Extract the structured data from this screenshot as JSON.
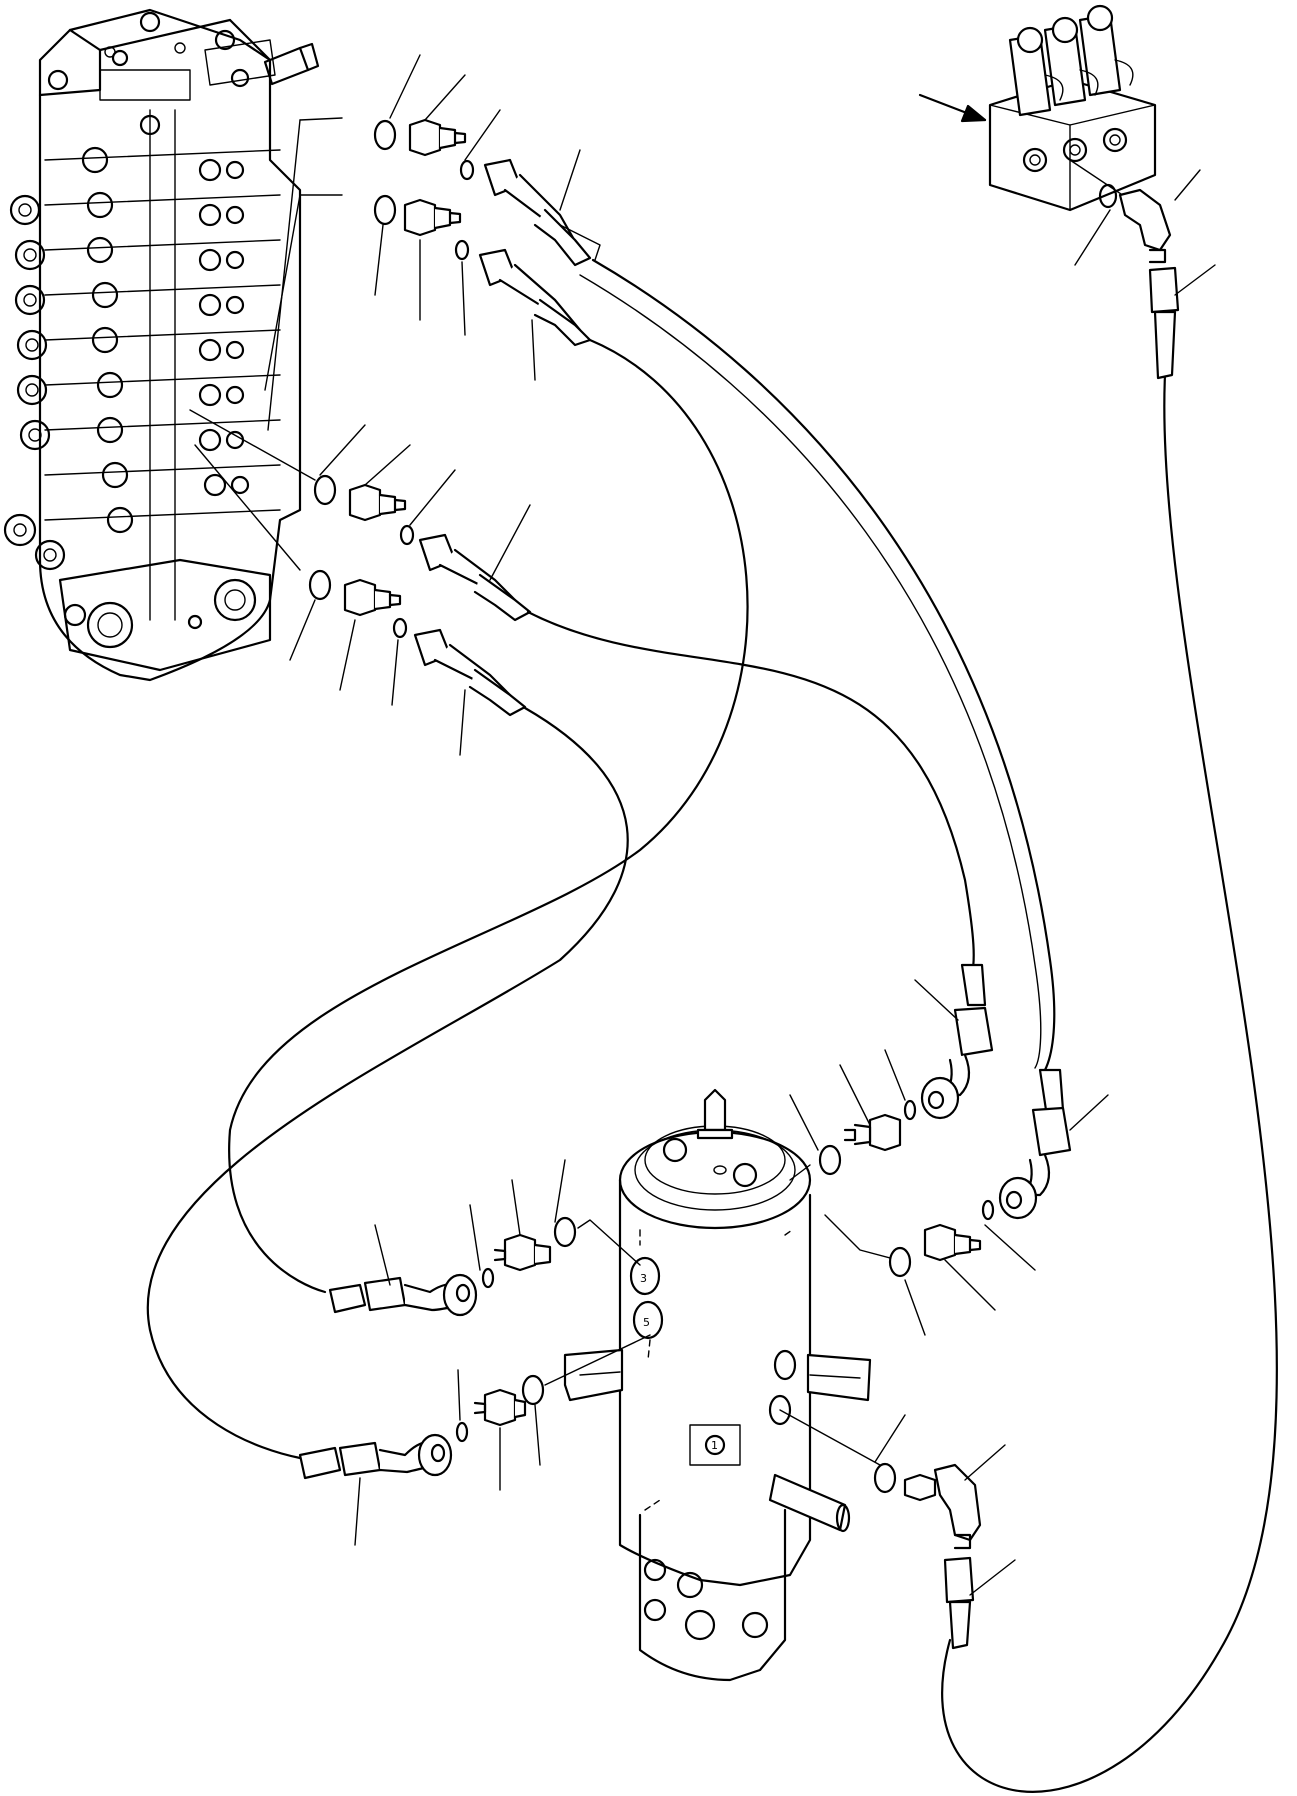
{
  "port_markings": {
    "swivel_port_upper": "3",
    "swivel_port_lower": "5",
    "swivel_port_front": "1"
  }
}
